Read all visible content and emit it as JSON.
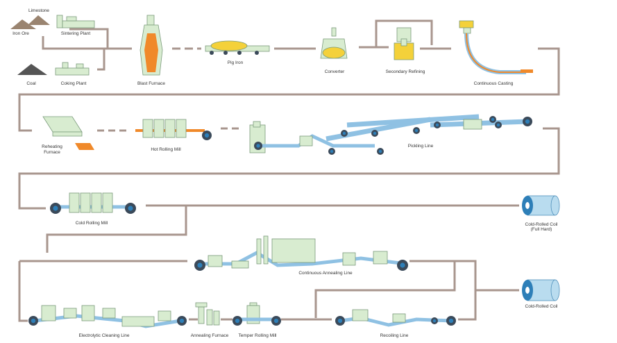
{
  "colors": {
    "line": "#a8968e",
    "equipment_fill": "#d8ecd0",
    "equipment_stroke": "#7a9a7a",
    "strip": "#8fc1e3",
    "strip_dark": "#4f8fba",
    "roll": "#3b4a5a",
    "roll_core": "#2e7fb8",
    "orange": "#f0892a",
    "yellow": "#f4d13a",
    "coil": "#b9dcef",
    "coal": "#555555",
    "ore": "#9a8470"
  },
  "labels": {
    "limestone": "Limestone",
    "iron_ore": "Iron Ore",
    "sintering_plant": "Sintering Plant",
    "coal": "Coal",
    "coking_plant": "Coking Plant",
    "blast_furnace": "Blast Furnace",
    "pig_iron": "Pig Iron",
    "converter": "Converter",
    "secondary_refining": "Secondary Refining",
    "continuous_casting": "Continuous Casting",
    "reheating_furnace_1": "Reheating",
    "reheating_furnace_2": "Furnace",
    "hot_rolling_mill": "Hot Rolling Mill",
    "pickling_line": "Pickling Line",
    "cold_rolling_mill": "Cold Rolling Mill",
    "cold_rolled_coil_full_hard_1": "Cold-Rolled Coil",
    "cold_rolled_coil_full_hard_2": "(Full Hard)",
    "continuous_annealing_line": "Continuous Annealing Line",
    "cold_rolled_coil": "Cold-Rolled Coil",
    "electrolytic_cleaning_line": "Electrolytic Cleaning Line",
    "annealing_furnace": "Annealing Furnace",
    "temper_rolling_mill": "Temper Rolling Mill",
    "recoiling_line": "Recoiling Line"
  }
}
